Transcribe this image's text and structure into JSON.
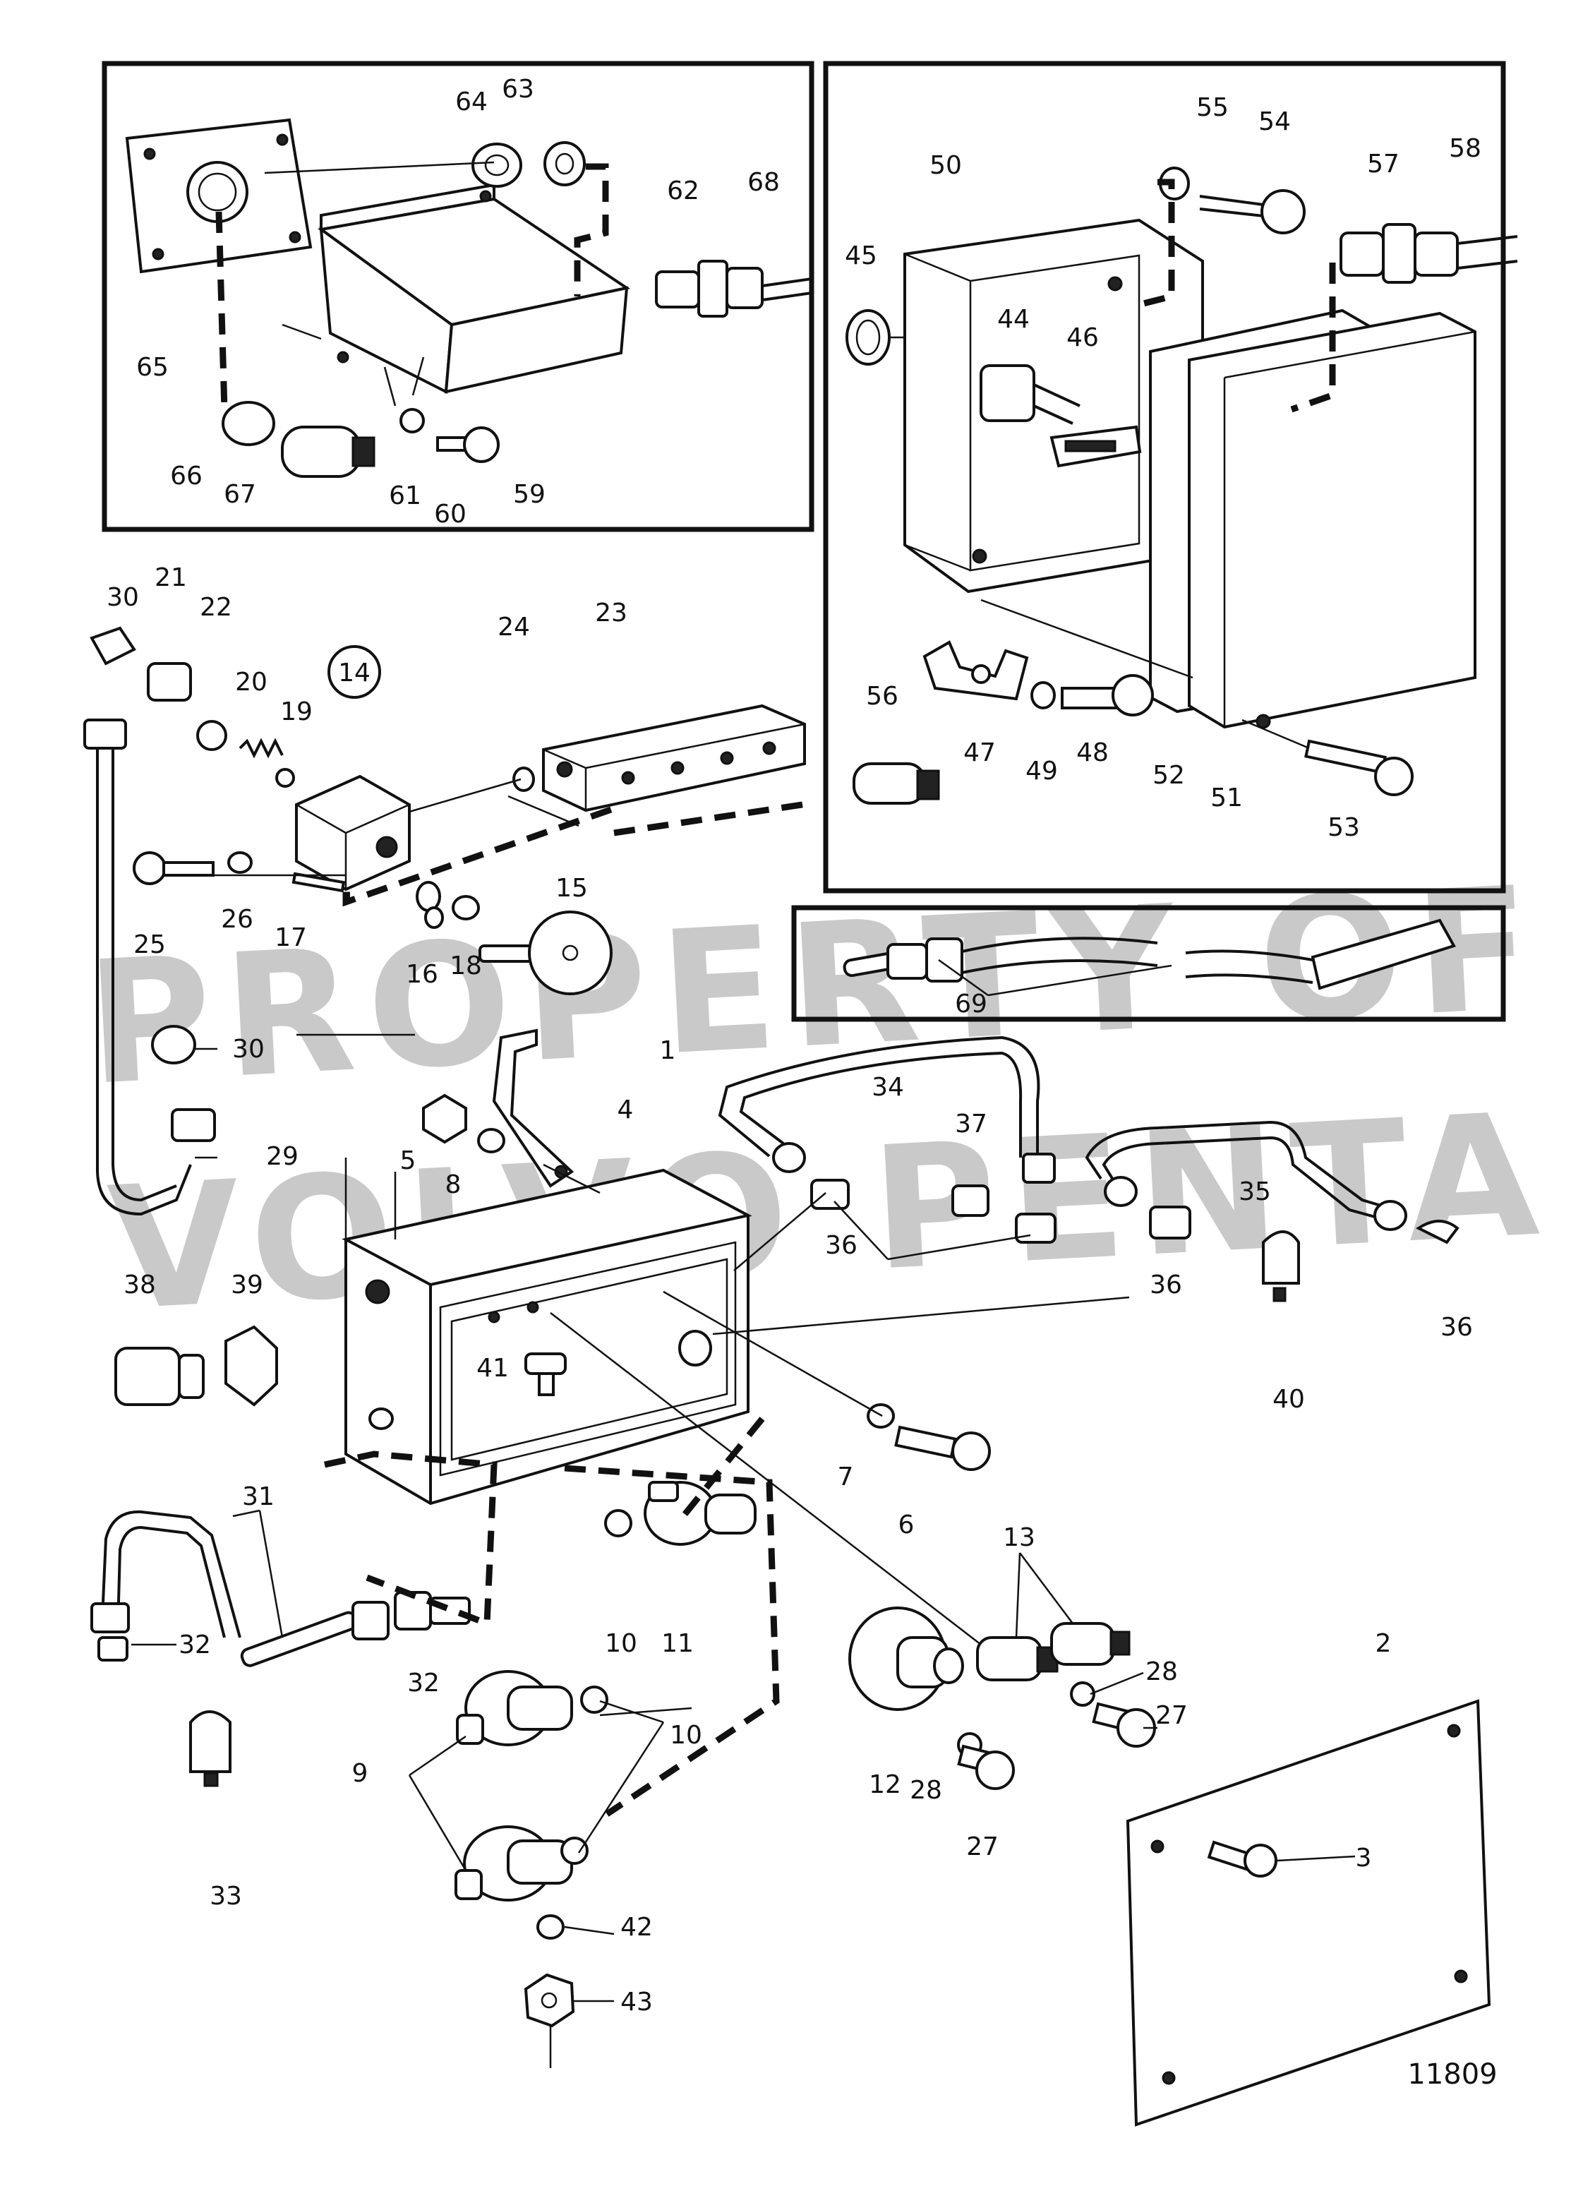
{
  "watermark": {
    "line1": "PROPERTY OF",
    "line2": "VOLVO PENTA"
  },
  "figure_number": "11809",
  "callouts": {
    "c1": "1",
    "c2": "2",
    "c3": "3",
    "c4": "4",
    "c5": "5",
    "c6": "6",
    "c7": "7",
    "c8": "8",
    "c9": "9",
    "c10a": "10",
    "c10b": "10",
    "c11": "11",
    "c12": "12",
    "c13": "13",
    "c14": "14",
    "c15": "15",
    "c16": "16",
    "c17": "17",
    "c18": "18",
    "c19": "19",
    "c20": "20",
    "c21": "21",
    "c22": "22",
    "c23": "23",
    "c24": "24",
    "c25": "25",
    "c26": "26",
    "c27a": "27",
    "c27b": "27",
    "c28a": "28",
    "c28b": "28",
    "c29": "29",
    "c30a": "30",
    "c30b": "30",
    "c31": "31",
    "c32a": "32",
    "c32b": "32",
    "c33": "33",
    "c34": "34",
    "c35": "35",
    "c36a": "36",
    "c36b": "36",
    "c36c": "36",
    "c37": "37",
    "c38": "38",
    "c39": "39",
    "c40": "40",
    "c41": "41",
    "c42": "42",
    "c43": "43",
    "c44": "44",
    "c45": "45",
    "c46": "46",
    "c47": "47",
    "c48": "48",
    "c49": "49",
    "c50": "50",
    "c51": "51",
    "c52": "52",
    "c53": "53",
    "c54": "54",
    "c55": "55",
    "c56": "56",
    "c57": "57",
    "c58": "58",
    "c59": "59",
    "c60": "60",
    "c61": "61",
    "c62": "62",
    "c63": "63",
    "c64": "64",
    "c65": "65",
    "c66": "66",
    "c67": "67",
    "c68": "68",
    "c69": "69"
  }
}
